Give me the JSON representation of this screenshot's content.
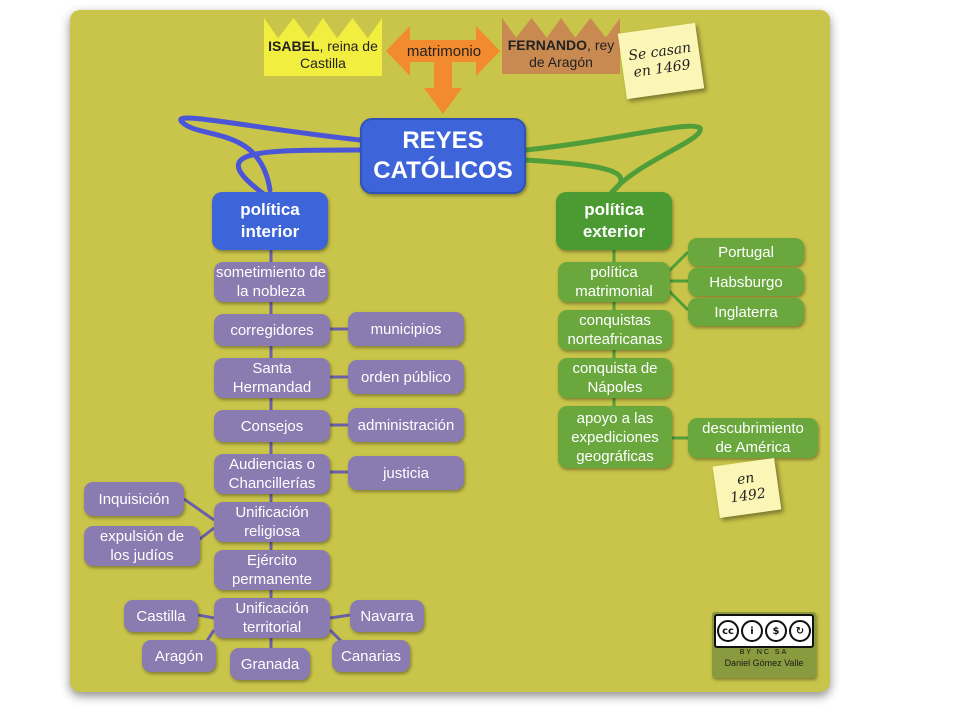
{
  "top": {
    "isabel": {
      "name": "ISABEL",
      "rest": ", reina de Castilla"
    },
    "matrimonio": "matrimonio",
    "fernando": {
      "name": "FERNANDO",
      "rest": ", rey de Aragón"
    },
    "note_1469": "Se casan en 1469"
  },
  "center": "REYES CATÓLICOS",
  "interior": {
    "title": "política interior",
    "items": [
      "sometimiento de la nobleza",
      "corregidores",
      "Santa Hermandad",
      "Consejos",
      "Audiencias o Chancillerías",
      "Unificación religiosa",
      "Ejército permanente",
      "Unificación territorial"
    ],
    "side_right": [
      "municipios",
      "orden público",
      "administración",
      "justicia"
    ],
    "religion_left": [
      "Inquisición",
      "expulsión de los judíos"
    ],
    "territories": [
      "Castilla",
      "Navarra",
      "Aragón",
      "Granada",
      "Canarias"
    ]
  },
  "exterior": {
    "title": "política exterior",
    "items": [
      "política matrimonial",
      "conquistas norteafricanas",
      "conquista de Nápoles",
      "apoyo a las expediciones geográficas"
    ],
    "countries": [
      "Portugal",
      "Habsburgo",
      "Inglaterra"
    ],
    "discovery": "descubrimiento de América",
    "note_1492": "en 1492"
  },
  "license": {
    "badge_icons": [
      "cc",
      "by",
      "nc",
      "sa"
    ],
    "badge_text": "BY NC SA",
    "author": "Daniel Gómez Valle"
  },
  "colors": {
    "background": "#c9c44a",
    "interior_nodes": "#8a7bb0",
    "exterior_nodes": "#6aa83e",
    "main_blue": "#3d64d8",
    "main_green": "#4c9a32",
    "arrow": "#f28a2e"
  }
}
